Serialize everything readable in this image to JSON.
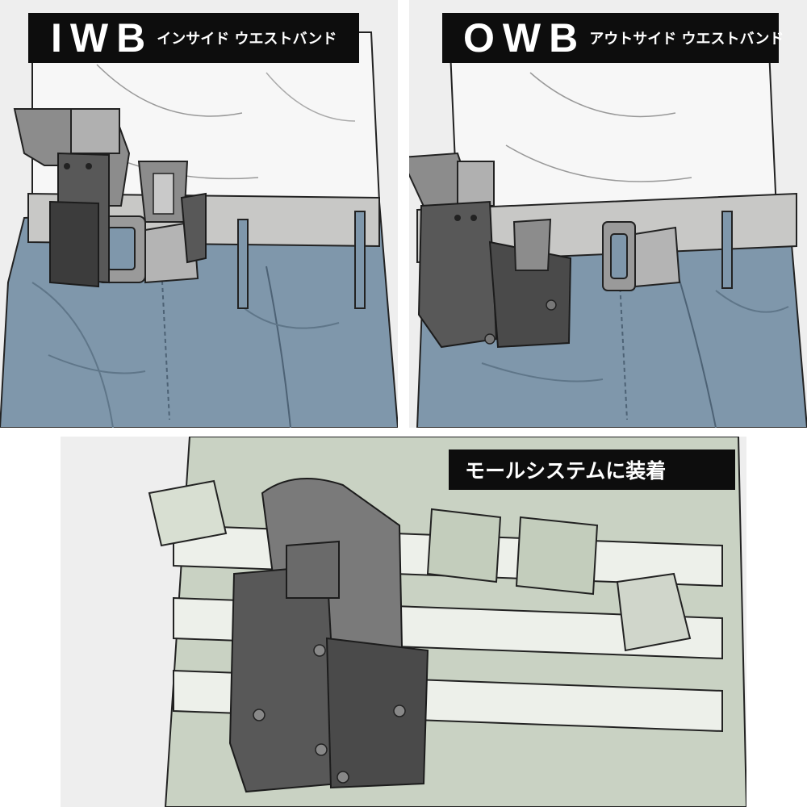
{
  "labels": {
    "iwb": {
      "main": "IWB",
      "sub": "インサイド ウエストバンド"
    },
    "owb": {
      "main": "OWB",
      "sub": "アウトサイド ウエストバンド"
    },
    "molle": {
      "text": "モールシステムに装着"
    }
  },
  "colors": {
    "shirt": "#f4f4f4",
    "jeans": "#7f97ab",
    "jeans_shadow": "#5f7689",
    "belt": "#c8c8c6",
    "holster": "#585858",
    "holster_dark": "#3c3c3c",
    "pistol": "#8c8c8c",
    "molle_panel": "#c9d2c3",
    "molle_webbing": "#edf0ea"
  },
  "illustrations": [
    "iwb-holster-scene",
    "owb-holster-scene",
    "molle-holster-scene"
  ]
}
